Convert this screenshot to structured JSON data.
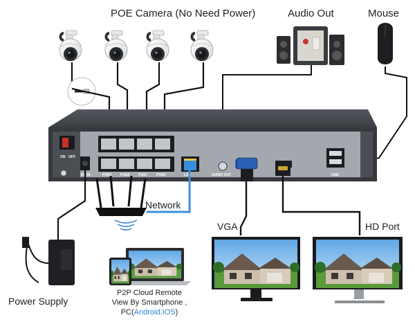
{
  "labels": {
    "poe_camera": "POE Camera (No Need Power)",
    "audio_out": "Audio Out",
    "mouse": "Mouse",
    "network": "Network",
    "vga": "VGA",
    "hd_port": "HD Port",
    "power_supply": "Power Supply",
    "p2p_line1": "P2P Cloud Remote",
    "p2p_line2": "View By Smartphone ,",
    "p2p_line3_prefix": "PC(",
    "p2p_line3_accent": "Android,IOS",
    "p2p_line3_suffix": ")"
  },
  "nvr_ports": {
    "on": "ON",
    "off": "OFF",
    "dc": "DC IN",
    "poe5": "POE5",
    "poe6": "POE6",
    "poe7": "POE7",
    "poe8": "POE8",
    "lan": "LAN",
    "audio": "AUDIO OUT",
    "usb": "USB"
  },
  "colors": {
    "accent": "#2a7fd4",
    "cable_blue": "#3a8fdc",
    "nvr_body": "#3c3f44",
    "nvr_panel": "#2b2d31"
  }
}
